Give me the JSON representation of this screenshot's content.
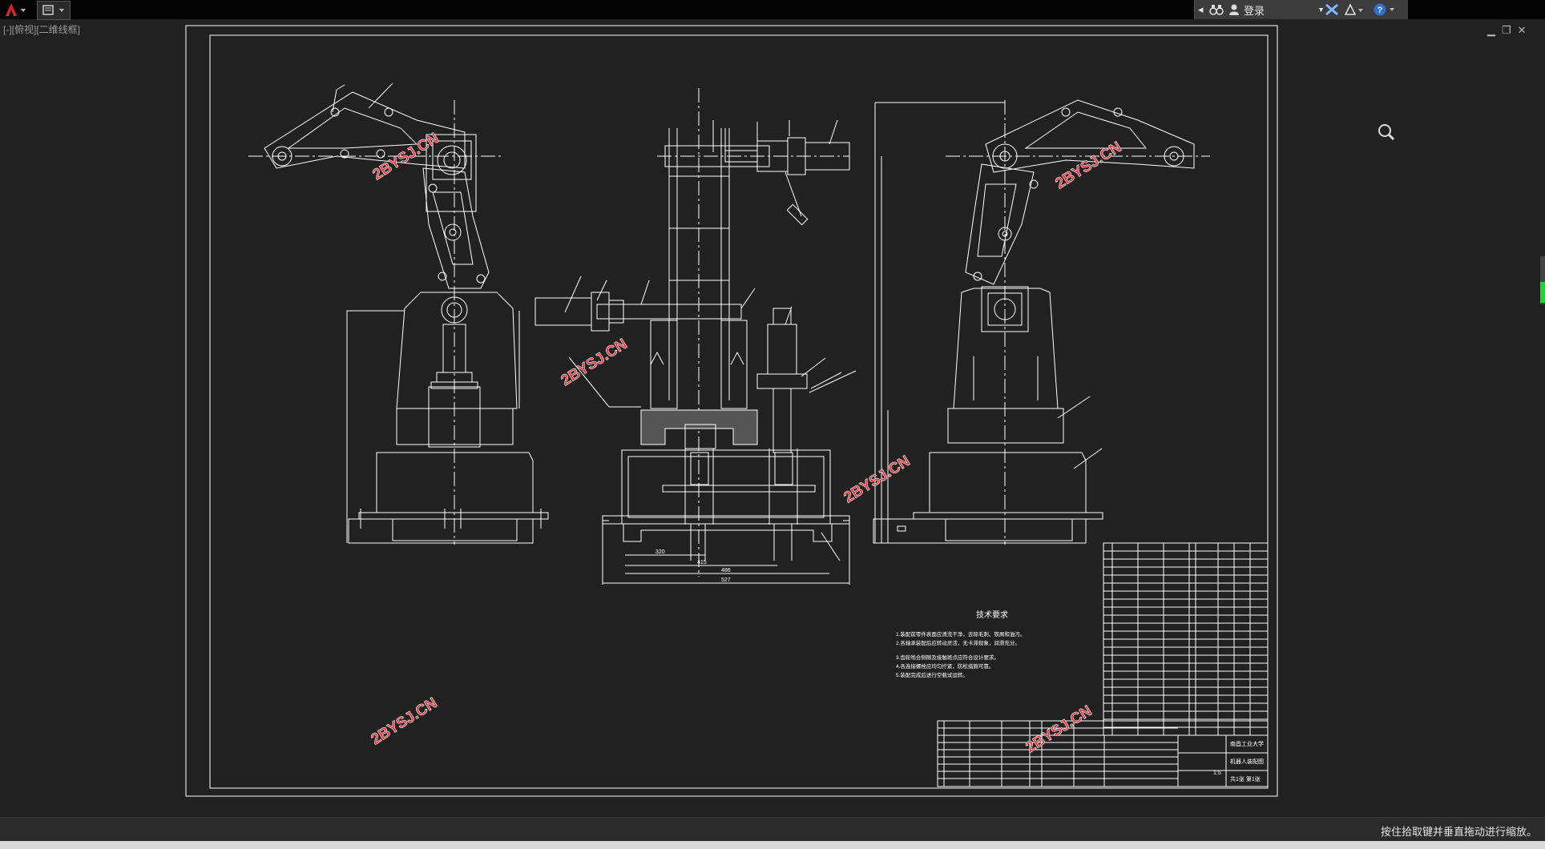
{
  "app": {
    "viewport_label": "[-][俯视][二维线框]",
    "login_label": "登录",
    "status_hint": "按住拾取键并垂直拖动进行缩放。"
  },
  "icons": {
    "app_menu": "autocad-logo-icon",
    "quick_access": "workspace-icon",
    "search": "binoculars-icon",
    "user": "user-icon",
    "exchange": "exchange-icon",
    "stay_connected": "a360-icon",
    "help": "help-icon",
    "zoom_cursor": "zoom-magnifier-icon"
  },
  "colors": {
    "background": "#212121",
    "line": "#ffffff",
    "watermark": "#e8343a"
  },
  "drawing": {
    "watermark": "2BYSJ.CN",
    "tech_title": "技术要求",
    "tech_lines": [
      "1.装配前零件表面应清洗干净，去除毛刺、铁屑和油污。",
      "2.各轴承装配后应转动灵活，无卡滞现象，润滑充分。",
      "3.齿轮啮合侧隙及接触斑点应符合设计要求。",
      "4.各连接螺栓应均匀拧紧，防松措施可靠。",
      "5.装配完成后进行空载试运转。"
    ],
    "dims": {
      "d320": "320",
      "d415": "415",
      "d486": "486",
      "d527": "527"
    },
    "title_block": {
      "school": "南昌工业大学",
      "drawing_name": "机器人装配图",
      "scale": "1:5",
      "sheet": "共1张 第1张"
    }
  }
}
